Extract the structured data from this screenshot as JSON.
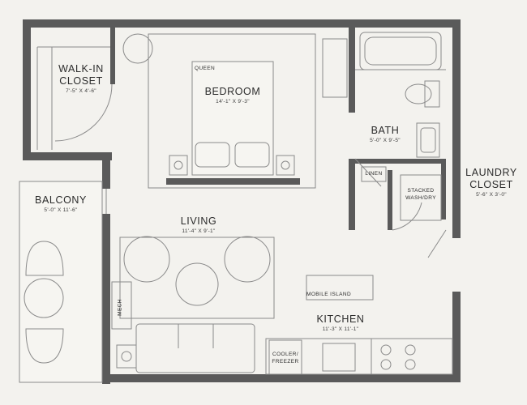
{
  "rooms": {
    "walkin": {
      "name_line1": "WALK-IN",
      "name_line2": "CLOSET",
      "dims": "7'-5\" X 4'-6\""
    },
    "bedroom": {
      "name": "BEDROOM",
      "dims": "14'-1\" X 9'-3\""
    },
    "bath": {
      "name": "BATH",
      "dims": "5'-0\" X 9'-5\""
    },
    "laundry": {
      "name_line1": "LAUNDRY",
      "name_line2": "CLOSET",
      "dims": "5'-6\" X 3'-0\""
    },
    "balcony": {
      "name": "BALCONY",
      "dims": "5'-0\" X 11'-6\""
    },
    "living": {
      "name": "LIVING",
      "dims": "11'-4\" X 9'-1\""
    },
    "kitchen": {
      "name": "KITCHEN",
      "dims": "11'-3\" X 11'-1\""
    }
  },
  "fixtures": {
    "queen": "QUEEN",
    "linen": "LINEN",
    "washer_line1": "STACKED",
    "washer_line2": "WASH/DRY",
    "mobile_island": "MOBILE ISLAND",
    "mech": "MECH",
    "cooler_line1": "COOLER/",
    "cooler_line2": "FREEZER"
  },
  "colors": {
    "wall": "#5a5a5a",
    "background": "#f3f2ee",
    "line": "#8a8a8a"
  }
}
